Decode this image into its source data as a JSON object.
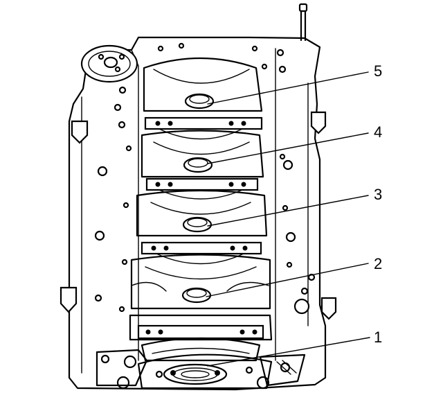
{
  "diagram": {
    "callouts": [
      {
        "id": "1",
        "label": "1"
      },
      {
        "id": "2",
        "label": "2"
      },
      {
        "id": "3",
        "label": "3"
      },
      {
        "id": "4",
        "label": "4"
      },
      {
        "id": "5",
        "label": "5"
      }
    ],
    "colors": {
      "ink": "#000000",
      "paper": "#ffffff"
    }
  }
}
